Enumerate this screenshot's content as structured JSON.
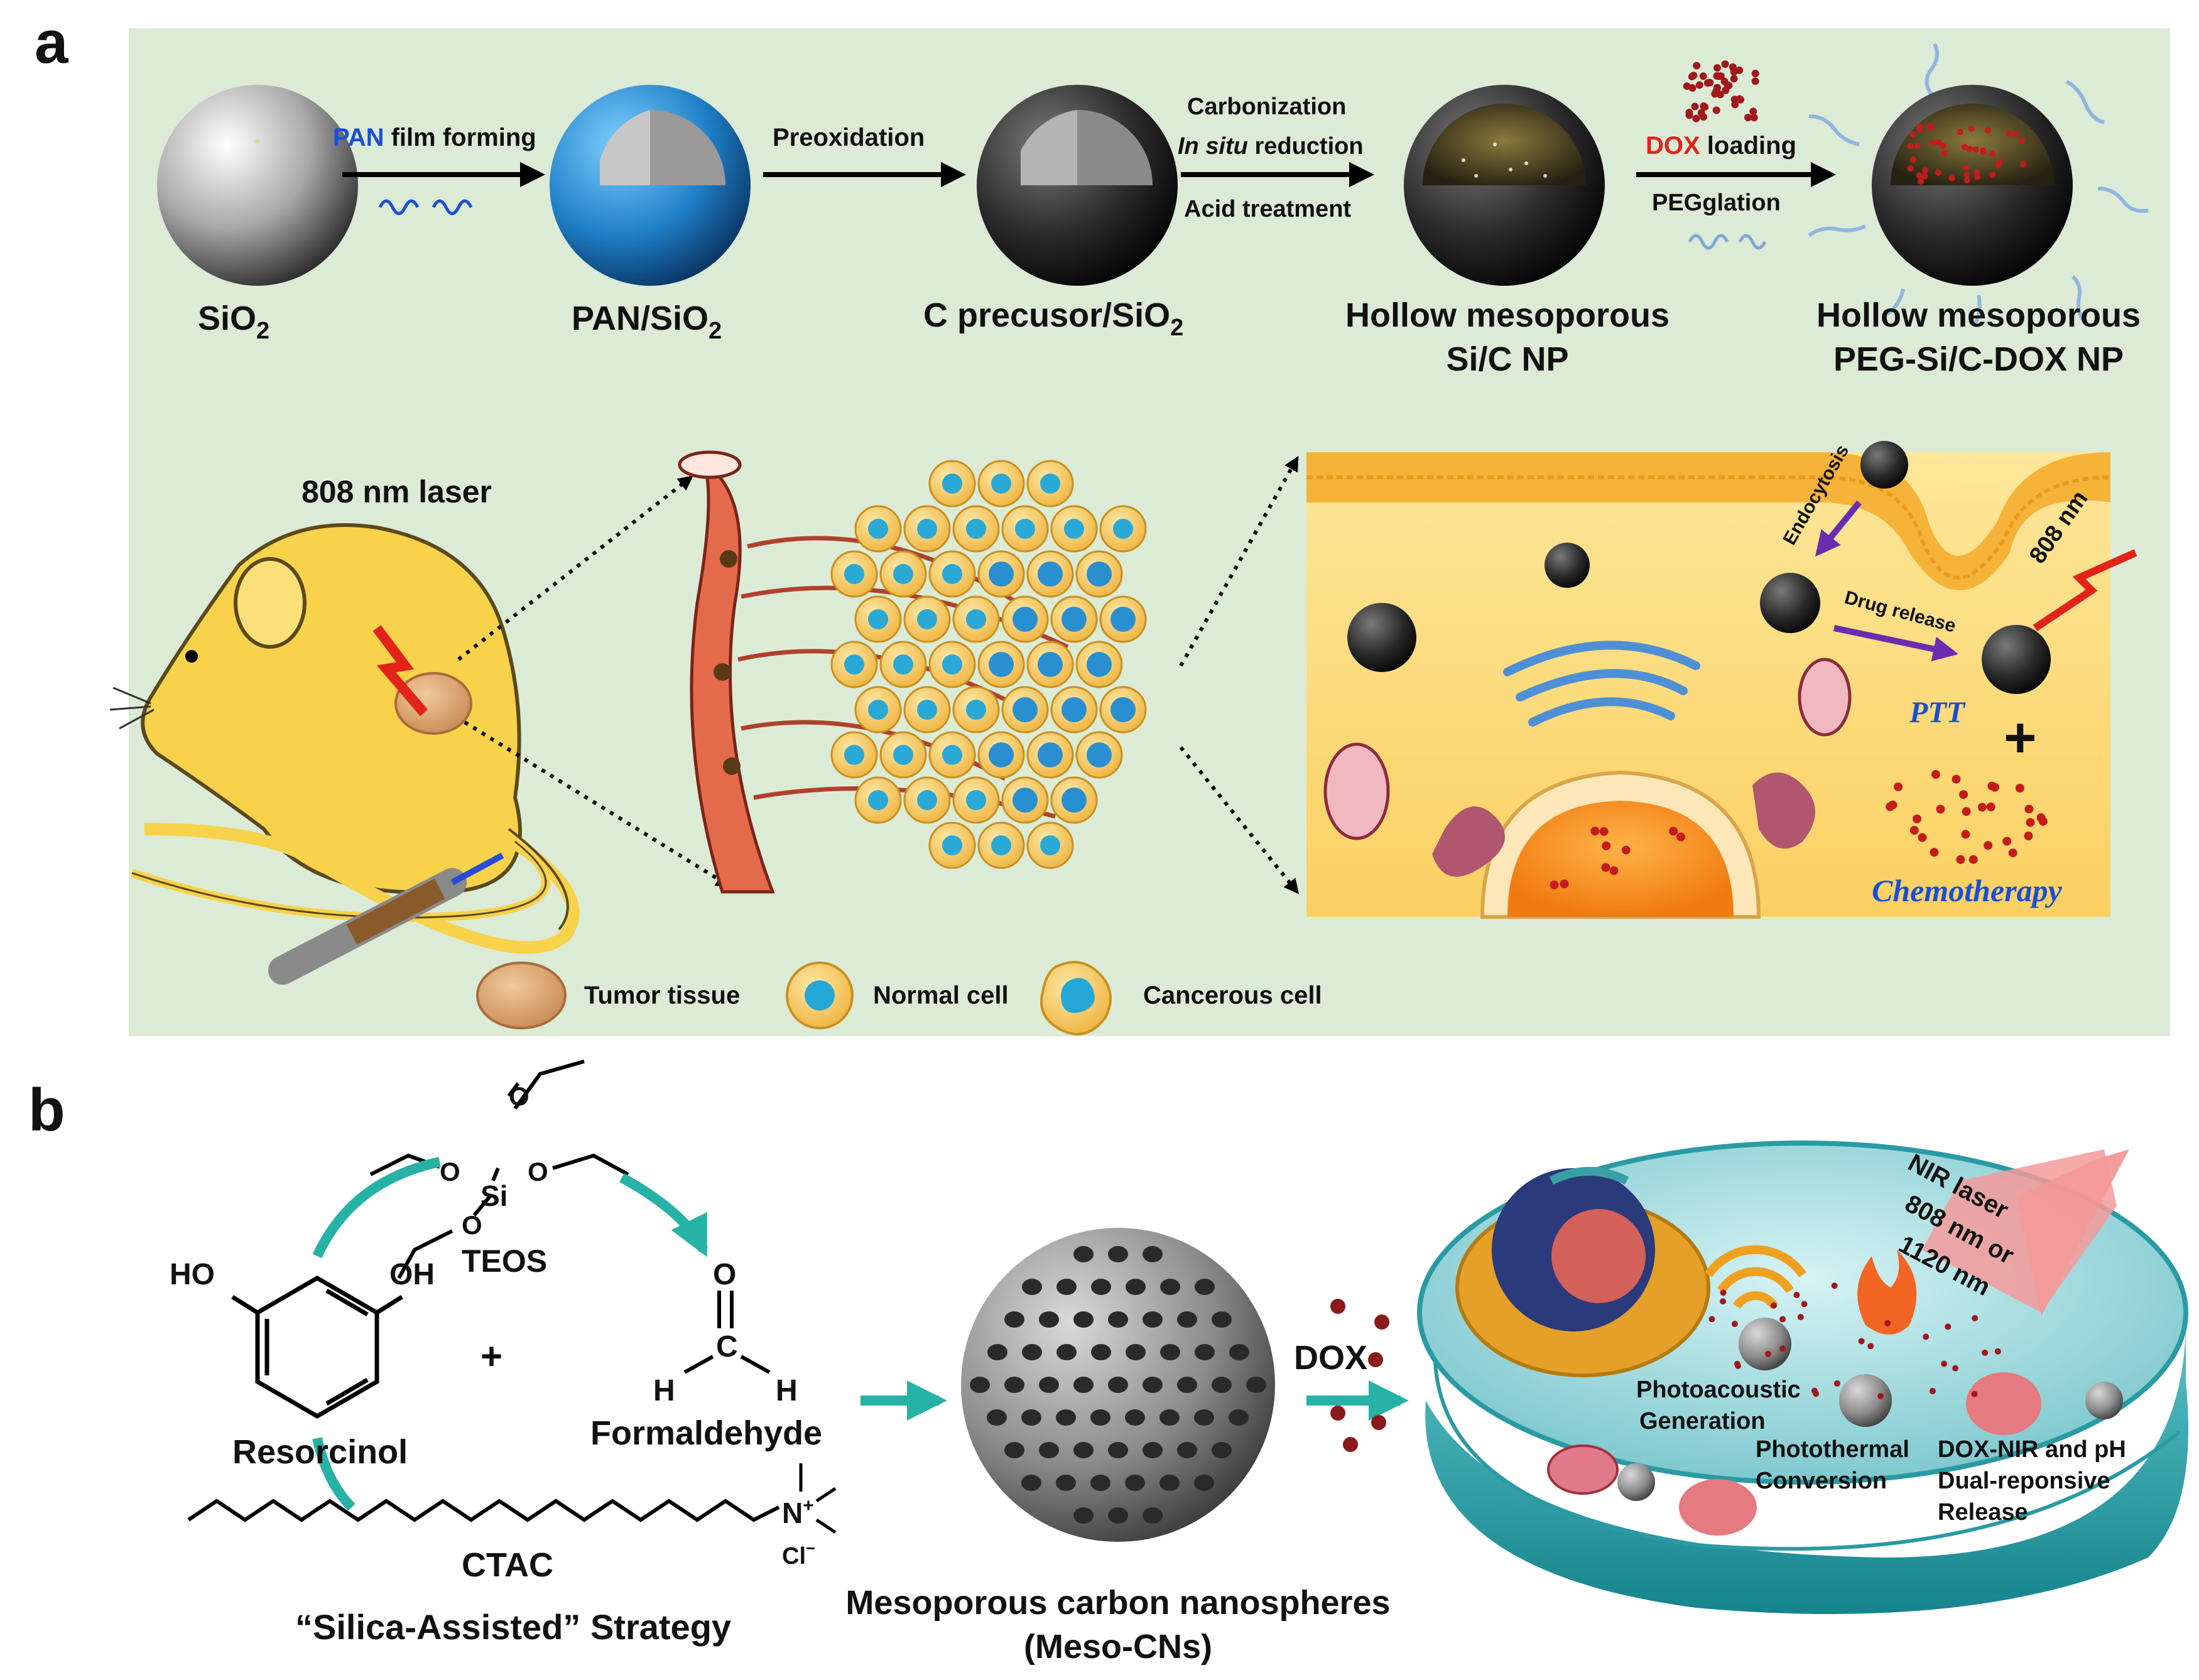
{
  "panel_a": {
    "label": "a",
    "steps": [
      {
        "name": "SiO",
        "sub": "2"
      },
      {
        "name": "PAN/SiO",
        "sub": "2"
      },
      {
        "name": "C precusor/SiO",
        "sub": "2"
      },
      {
        "name_line1": "Hollow mesoporous",
        "name_line2": "Si/C NP"
      },
      {
        "name_line1": "Hollow mesoporous",
        "name_line2": "PEG-Si/C-DOX NP"
      }
    ],
    "arrows": {
      "a1_hl": "PAN",
      "a1_rest": " film forming",
      "a2": "Preoxidation",
      "a3_l1": "Carbonization",
      "a3_l2_it": "In situ",
      "a3_l2_rest": " reduction",
      "a3_l3": "Acid treatment",
      "a4_hl": "DOX",
      "a4_rest": " loading",
      "a4_l2": "PEGglation"
    },
    "laser_label": "808 nm laser",
    "cell": {
      "endocytosis": "Endocytosis",
      "drug_release": "Drug release",
      "laser": "808 nm",
      "ptt": "PTT",
      "plus": "+",
      "chemo": "Chemotherapy"
    },
    "legend": [
      "Tumor tissue",
      "Normal cell",
      "Cancerous cell"
    ]
  },
  "panel_b": {
    "label": "b",
    "teos": "TEOS",
    "resorcinol": "Resorcinol",
    "formaldehyde": "Formaldehyde",
    "ctac": "CTAC",
    "strategy": "“Silica-Assisted” Strategy",
    "plus": "+",
    "ho": "HO",
    "oh": "OH",
    "o": "O",
    "c": "C",
    "h": "H",
    "si": "Si",
    "n": "N",
    "cl": "Cl",
    "meso_l1": "Mesoporous carbon nanospheres",
    "meso_l2": "(Meso-CNs)",
    "dox": "DOX",
    "nir_l1": "NIR laser",
    "nir_l2": "808 nm or",
    "nir_l3": "1120 nm",
    "pa_l1": "Photoacoustic",
    "pa_l2": "Generation",
    "pt_l1": "Photothermal",
    "pt_l2": "Conversion",
    "rel_l1": "DOX-NIR and pH",
    "rel_l2": "Dual-reponsive",
    "rel_l3": "Release"
  },
  "colors": {
    "panel_bg": "#dcebd6",
    "accent_blue": "#1a4fd6",
    "accent_red": "#e2231a",
    "teal": "#26b3a6",
    "legend_text": "#1c7fd0"
  }
}
